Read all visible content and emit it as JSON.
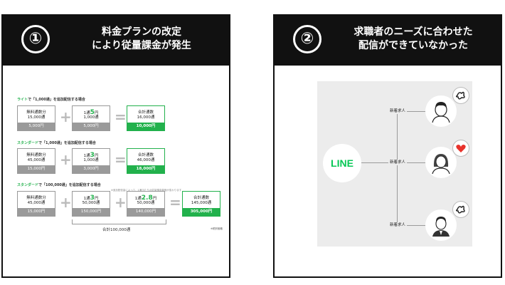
{
  "panel1": {
    "number": "①",
    "title_line1": "料金プランの改定",
    "title_line2": "により従量課金が発生",
    "rows": [
      {
        "label_prefix": "ライト",
        "label_suffix": "で「1,000通」を追加配信する場合",
        "free": {
          "line1": "無料通数分",
          "line2": "15,000通",
          "price": "5,000円"
        },
        "unit": {
          "line1_pre": "1通",
          "line1_big": "5",
          "line1_post": "円",
          "line2": "1,000通",
          "price": "5,000円"
        },
        "total": {
          "line1": "合計通数",
          "line2": "16,000通",
          "price": "10,000円"
        }
      },
      {
        "label_prefix": "スタンダード",
        "label_suffix": "で「1,000通」を追加配信する場合",
        "free": {
          "line1": "無料通数分",
          "line2": "45,000通",
          "price": "15,000円"
        },
        "unit": {
          "line1_pre": "1通",
          "line1_big": "3",
          "line1_post": "円",
          "line2": "1,000通",
          "price": "3,000円"
        },
        "total": {
          "line1": "合計通数",
          "line2": "46,000通",
          "price": "18,000円"
        }
      },
      {
        "label_prefix": "スタンダード",
        "label_suffix": "で「100,000通」を追加配信する場合",
        "note": "※追加配信量によって、1通当たりの従量課金単価が変わります",
        "free": {
          "line1": "無料通数分",
          "line2": "45,000通",
          "price": "15,000円"
        },
        "unit": {
          "line1_pre": "1通",
          "line1_big": "3",
          "line1_post": "円",
          "line2": "50,000通",
          "price": "150,000円"
        },
        "unit2": {
          "line1_pre": "1通",
          "line1_big": "2.8",
          "line1_post": "円",
          "line2": "50,000通",
          "price": "140,000円"
        },
        "total": {
          "line1": "合計通数",
          "line2": "145,000通",
          "price": "305,000円"
        },
        "sum_label": "合計100,000通"
      }
    ],
    "source": "※税別価格"
  },
  "panel2": {
    "number": "②",
    "title_line1": "求職者のニーズに合わせた",
    "title_line2": "配信ができていなかった",
    "logo_text": "LINE",
    "tags": [
      "新着求人",
      "新着求人",
      "新着求人"
    ]
  },
  "colors": {
    "accent_green": "#22b14c",
    "line_green": "#06c755",
    "header_bg": "#111111",
    "heart": "#e8322b"
  }
}
